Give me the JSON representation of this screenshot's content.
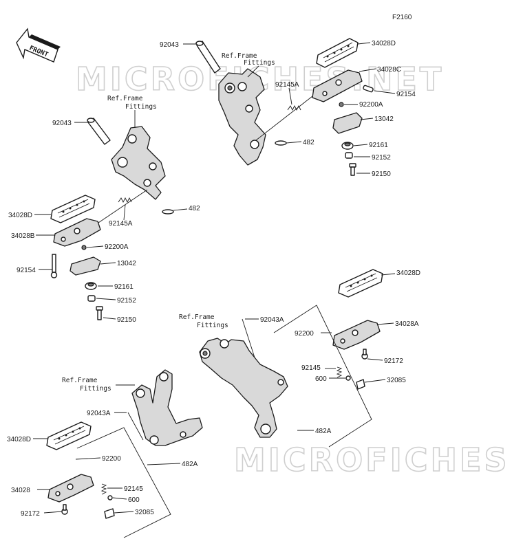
{
  "diagram": {
    "code": "F2160",
    "front_label": "FRONT",
    "watermarks": [
      "MICROFICHES.NET",
      "MICROFICHES.NET"
    ],
    "ref_frame": [
      "Ref.Frame",
      "Fittings"
    ],
    "labels": {
      "a1": "92043",
      "a2": "34028D",
      "a3": "34028C",
      "a4": "92145A",
      "a5": "92154",
      "a6": "92200A",
      "a7": "13042",
      "a8": "482",
      "a9": "92161",
      "a10": "92152",
      "a11": "92150",
      "b1": "92043",
      "b2": "482",
      "b3": "34028D",
      "b4": "92145A",
      "b5": "34028B",
      "b6": "92200A",
      "b7": "92154",
      "b8": "13042",
      "b9": "92161",
      "b10": "92152",
      "b11": "92150",
      "c1": "34028D",
      "c2": "92043A",
      "c3": "92200",
      "c4": "34028A",
      "c5": "92172",
      "c6": "92145",
      "c7": "600",
      "c8": "32085",
      "c9": "482A",
      "d1": "92043A",
      "d2": "34028D",
      "d3": "92200",
      "d4": "482A",
      "d5": "34028",
      "d6": "92145",
      "d7": "600",
      "d8": "92172",
      "d9": "32085"
    }
  }
}
